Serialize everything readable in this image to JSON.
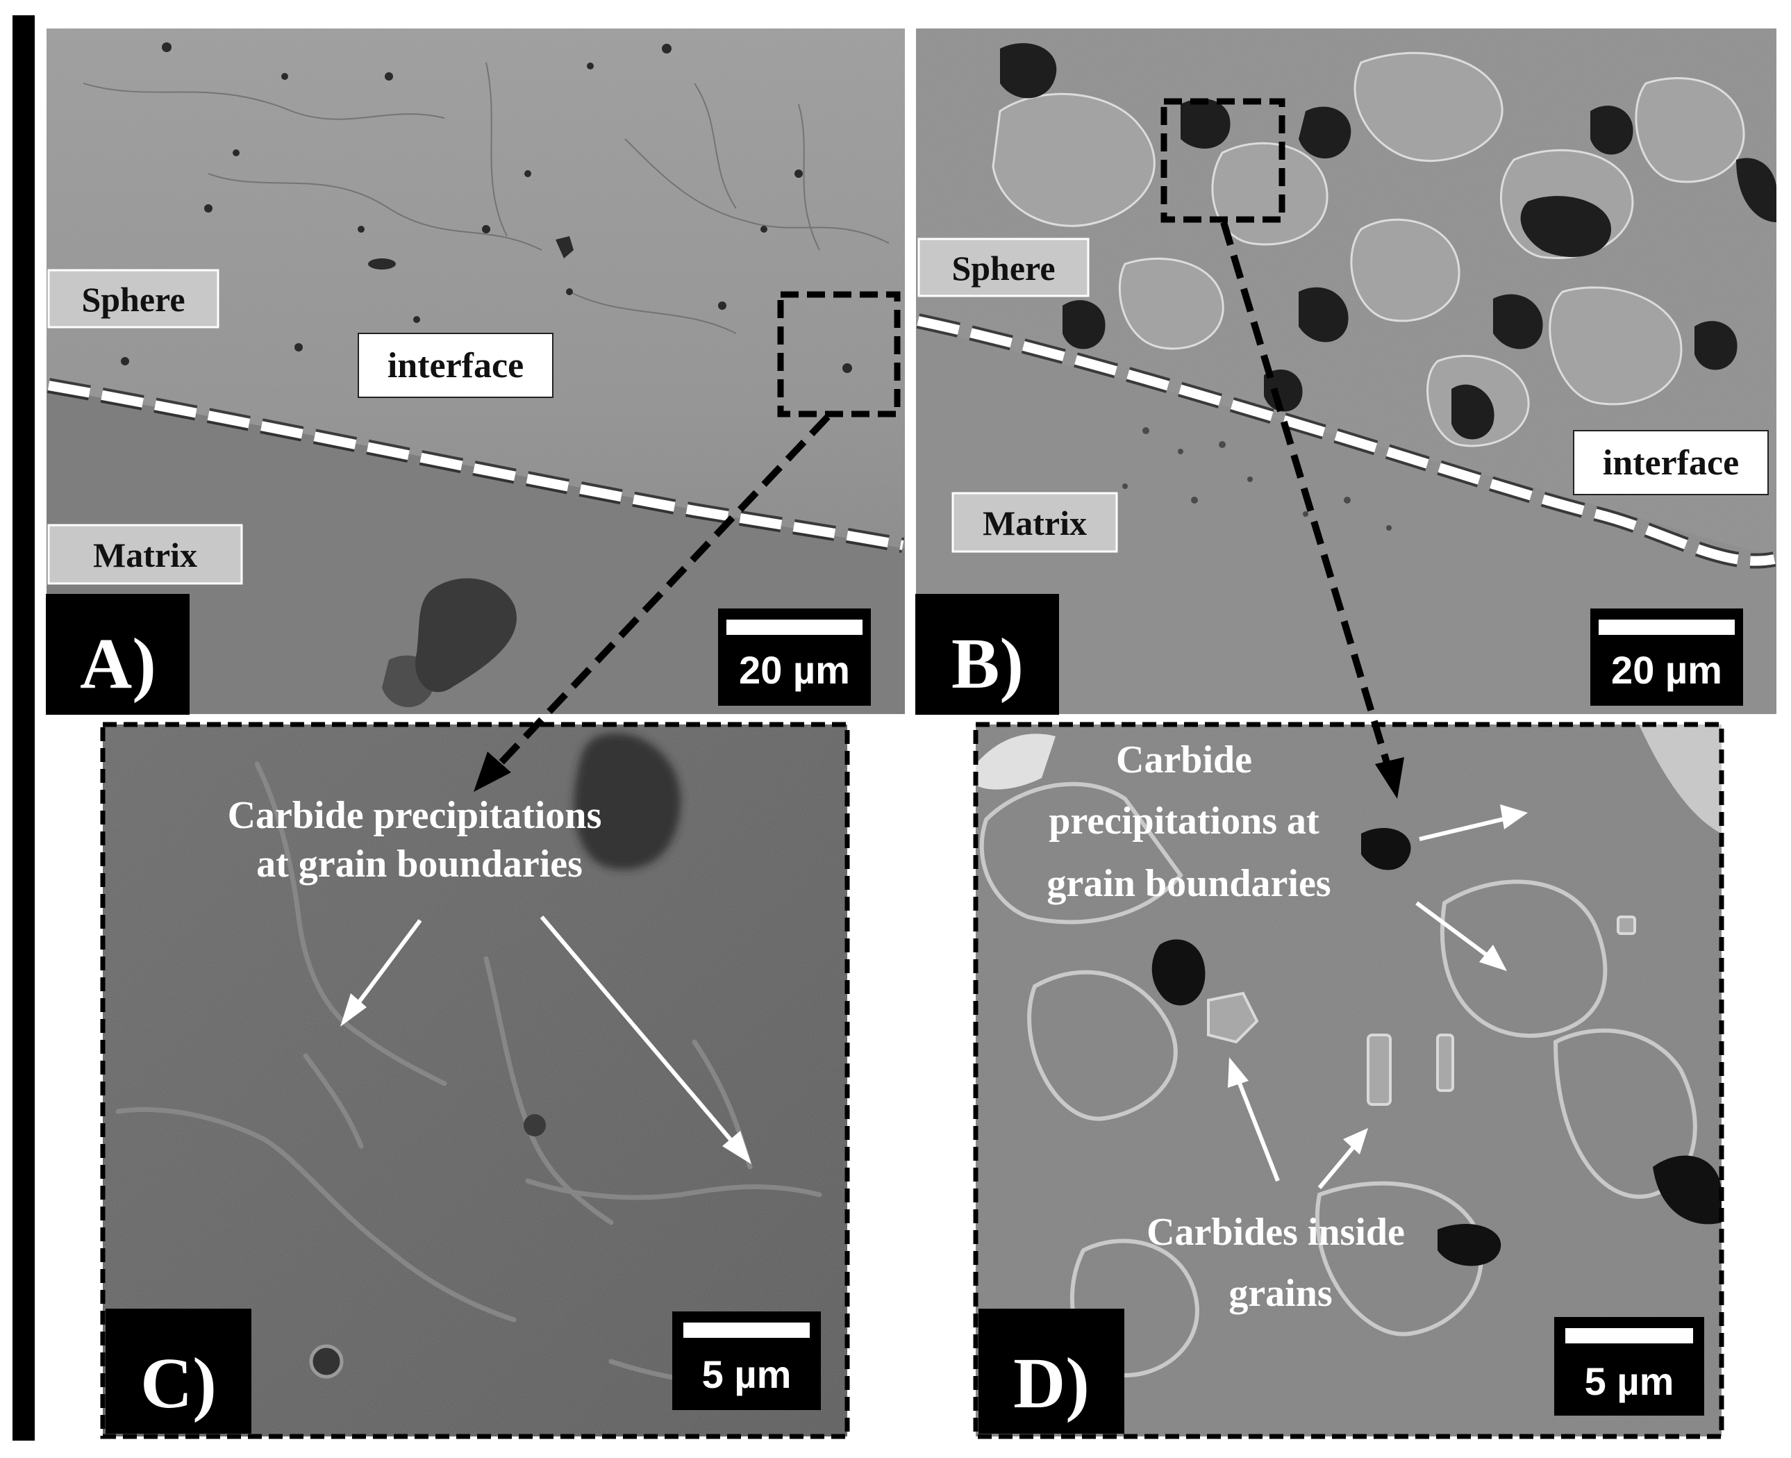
{
  "panels": {
    "a": {
      "letter": "A)",
      "labels": {
        "sphere": "Sphere",
        "interface": "interface",
        "matrix": "Matrix"
      },
      "scalebar": "20 µm"
    },
    "b": {
      "letter": "B)",
      "labels": {
        "sphere": "Sphere",
        "interface": "interface",
        "matrix": "Matrix"
      },
      "scalebar": "20 µm"
    },
    "c": {
      "letter": "C)",
      "annotation": [
        "Carbide precipitations",
        "at grain boundaries"
      ],
      "scalebar": "5 µm"
    },
    "d": {
      "letter": "D)",
      "annotation_top": [
        "Carbide",
        "precipitations at",
        "grain boundaries"
      ],
      "annotation_bottom": [
        "Carbides inside",
        "grains"
      ],
      "scalebar": "5 µm"
    }
  },
  "colors": {
    "panel_a_bg": "#8d8d8d",
    "panel_b_bg": "#8a8a8a",
    "panel_c_bg": "#5e5e5e",
    "panel_d_bg": "#7d7d7d",
    "label_box": "#c8c8c8",
    "letter_box": "#000000"
  }
}
